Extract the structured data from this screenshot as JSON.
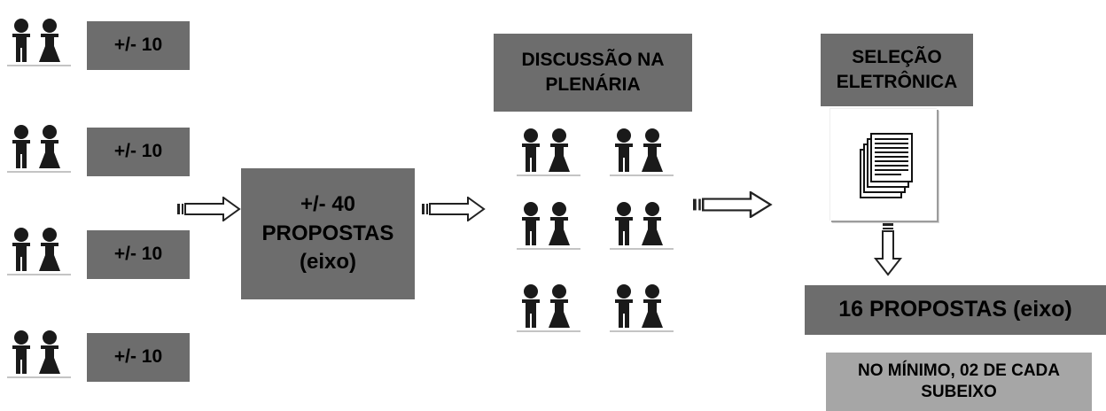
{
  "groups": [
    {
      "label": "+/- 10"
    },
    {
      "label": "+/- 10"
    },
    {
      "label": "+/- 10"
    },
    {
      "label": "+/- 10"
    }
  ],
  "total_box": {
    "line1": "+/- 40",
    "line2": "PROPOSTAS",
    "line3": "(eixo)"
  },
  "plenary": {
    "line1": "DISCUSSÃO NA",
    "line2": "PLENÁRIA"
  },
  "selection": {
    "line1": "SELEÇÃO",
    "line2": "ELETRÔNICA"
  },
  "result": {
    "label": "16 PROPOSTAS (eixo)"
  },
  "note": {
    "line1": "NO MÍNIMO, 02 DE CADA",
    "line2": "SUBEIXO"
  },
  "icons": {
    "people": "man-woman-icon",
    "arrow": "block-arrow-icon",
    "documents": "document-stack-icon"
  },
  "colors": {
    "box_dark": "#6d6d6d",
    "box_light": "#a6a6a6",
    "icon": "#1a1a1a"
  }
}
